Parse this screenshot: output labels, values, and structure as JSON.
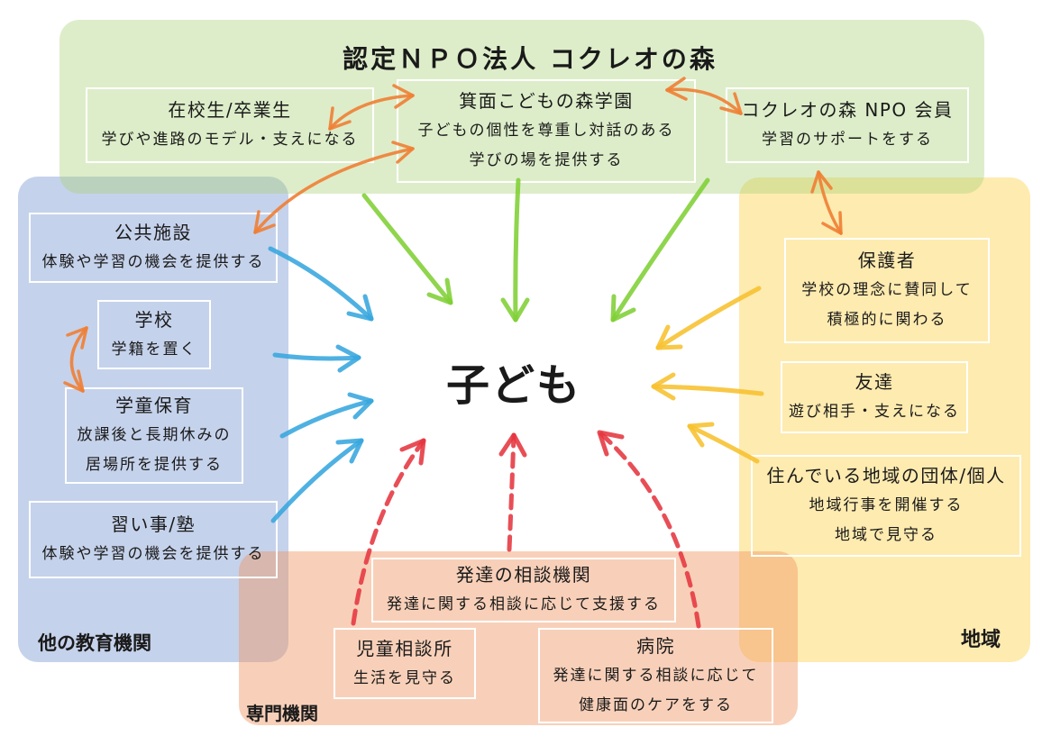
{
  "npo": {
    "title": "認定ＮＰＯ法人 コクレオの森",
    "students": {
      "name": "在校生/卒業生",
      "lines": [
        "学びや進路のモデル・支えになる"
      ]
    },
    "school": {
      "name": "箕面こどもの森学園",
      "lines": [
        "子どもの個性を尊重し対話のある",
        "学びの場を提供する"
      ]
    },
    "members": {
      "name": "コクレオの森 NPO 会員",
      "lines": [
        "学習のサポートをする"
      ]
    }
  },
  "education": {
    "label": "他の教育機関",
    "public_facility": {
      "name": "公共施設",
      "lines": [
        "体験や学習の機会を提供する"
      ]
    },
    "school": {
      "name": "学校",
      "lines": [
        "学籍を置く"
      ]
    },
    "after_school": {
      "name": "学童保育",
      "lines": [
        "放課後と長期休みの",
        "居場所を提供する"
      ]
    },
    "lessons": {
      "name": "習い事/塾",
      "lines": [
        "体験や学習の機会を提供する"
      ]
    }
  },
  "specialists": {
    "label": "専門機関",
    "development": {
      "name": "発達の相談機関",
      "lines": [
        "発達に関する相談に応じて支援する"
      ]
    },
    "child_guidance": {
      "name": "児童相談所",
      "lines": [
        "生活を見守る"
      ]
    },
    "hospital": {
      "name": "病院",
      "lines": [
        "発達に関する相談に応じて",
        "健康面のケアをする"
      ]
    }
  },
  "community": {
    "label": "地域",
    "guardians": {
      "name": "保護者",
      "lines": [
        "学校の理念に賛同して",
        "積極的に関わる"
      ]
    },
    "friends": {
      "name": "友達",
      "lines": [
        "遊び相手・支えになる"
      ]
    },
    "local": {
      "name": "住んでいる地域の団体/個人",
      "lines": [
        "地域行事を開催する",
        "地域で見守る"
      ]
    }
  },
  "center": "子ども",
  "colors": {
    "region_npo": "#aad27866",
    "region_education": "#8ca5d780",
    "region_specialists": "#f0966473",
    "region_community": "#fdd25073",
    "arrow_green": "#7fcf34",
    "arrow_blue": "#37a6de",
    "arrow_yellow": "#f7c02e",
    "arrow_red": "#e5363f",
    "arrow_orange": "#ef7e34"
  }
}
